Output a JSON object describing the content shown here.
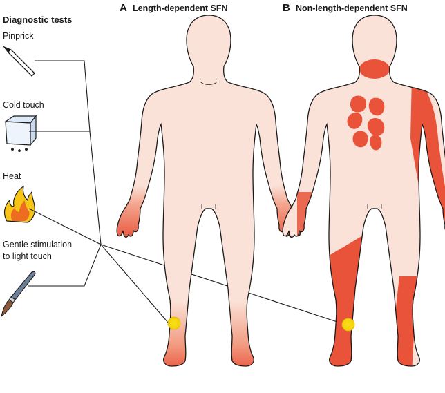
{
  "diagnostic_tests": {
    "heading": "Diagnostic tests",
    "items": [
      {
        "label_lines": [
          "Pinprick"
        ],
        "icon": "pin-icon"
      },
      {
        "label_lines": [
          "Cold touch"
        ],
        "icon": "ice-cube-icon"
      },
      {
        "label_lines": [
          "Heat"
        ],
        "icon": "flame-icon"
      },
      {
        "label_lines": [
          "Gentle stimulation",
          "to light touch"
        ],
        "icon": "paintbrush-icon"
      }
    ]
  },
  "panels": [
    {
      "letter": "A",
      "title": "Length-dependent SFN"
    },
    {
      "letter": "B",
      "title": "Non-length-dependent SFN"
    }
  ],
  "colors": {
    "skin": "#fbe2d8",
    "affected": "#e8533a",
    "outline": "#1a1a1a",
    "test_point": "#f7e11a"
  }
}
